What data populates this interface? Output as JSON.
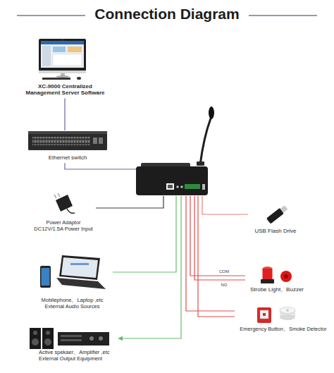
{
  "diagram": {
    "title": "Connection Diagram",
    "nodes": [
      {
        "text": [
          "XC-9000 Centralized Management Server Software"
        ]
      },
      {
        "text": [
          "Ethernet switch"
        ]
      },
      {
        "text": []
      },
      {
        "text": [
          "Power Adaptor DC12V/1.5A Power Input"
        ]
      },
      {
        "text": [
          "USB Flash Drive"
        ]
      },
      {
        "text": [
          "Mobilephone、Laptop ,etc External Audio Sources"
        ]
      },
      {
        "text": [
          "Strobe Light、Buzzer"
        ]
      },
      {
        "text": [
          "Emergency Button、Smoke Detector"
        ]
      },
      {
        "text": [
          "Active spekaer、Amplifier ,etc External Output Equipment"
        ]
      }
    ],
    "edges": [
      {
        "from": 0,
        "to": 1,
        "arrow": "none"
      },
      {
        "from": 1,
        "to": 2,
        "arrow": "none"
      },
      {
        "from": 3,
        "to": 2,
        "arrow": "none"
      },
      {
        "from": 2,
        "to": 4,
        "arrow": "none"
      },
      {
        "from": 5,
        "to": 2,
        "arrow": "none"
      },
      {
        "from": 2,
        "to": 6,
        "label": "COM",
        "arrow": "none"
      },
      {
        "from": 2,
        "to": 6,
        "label": "NO",
        "arrow": "none"
      },
      {
        "from": 2,
        "to": 7,
        "arrow": "none"
      },
      {
        "from": 2,
        "to": 7,
        "arrow": "none"
      },
      {
        "from": 2,
        "to": 8,
        "arrow": "to"
      }
    ]
  }
}
